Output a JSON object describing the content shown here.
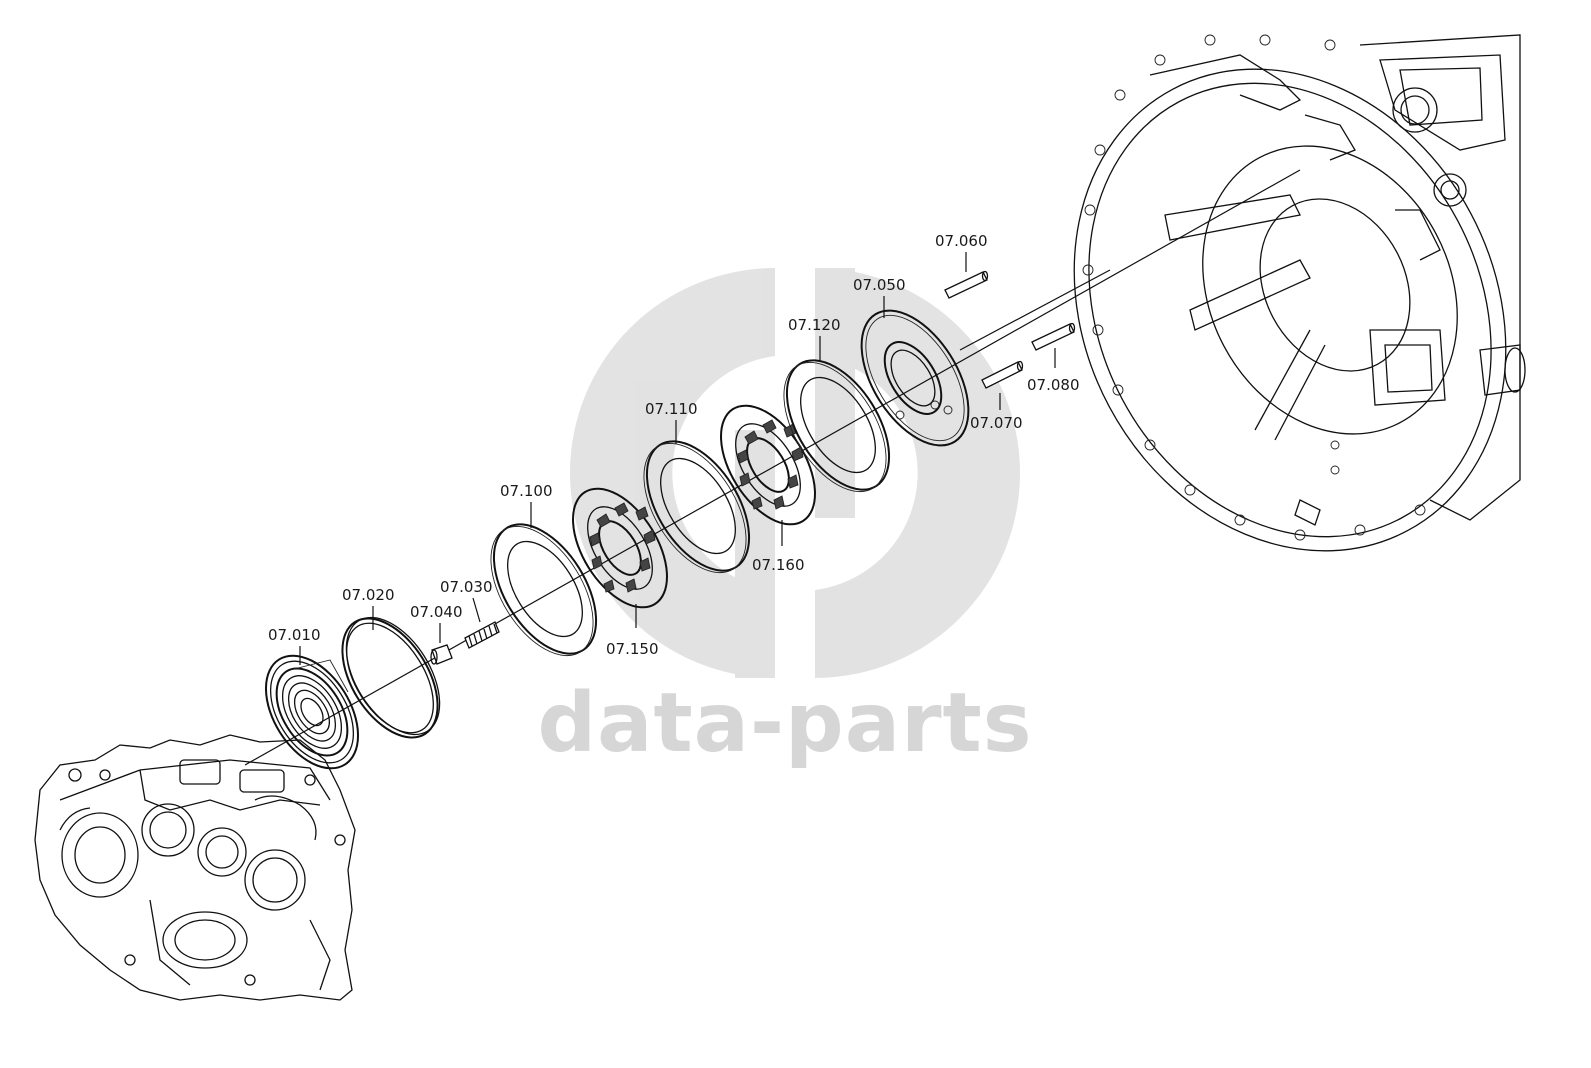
{
  "watermark": {
    "text": "data-parts",
    "color": "#d6d6d6"
  },
  "parts": [
    {
      "id": "07.010"
    },
    {
      "id": "07.020"
    },
    {
      "id": "07.030"
    },
    {
      "id": "07.040"
    },
    {
      "id": "07.050"
    },
    {
      "id": "07.060"
    },
    {
      "id": "07.070"
    },
    {
      "id": "07.080"
    },
    {
      "id": "07.100"
    },
    {
      "id": "07.110"
    },
    {
      "id": "07.120"
    },
    {
      "id": "07.150"
    },
    {
      "id": "07.160"
    }
  ]
}
